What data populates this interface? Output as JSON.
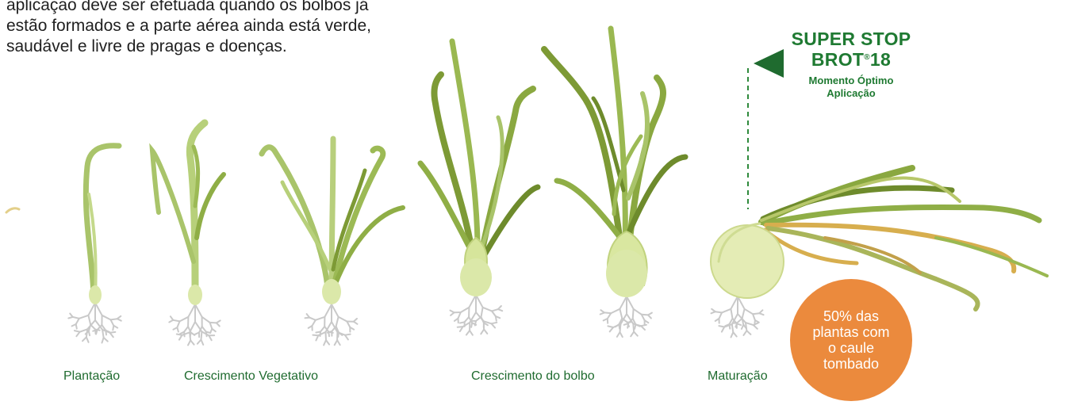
{
  "intro_lines": [
    "aplicação deve ser efetuada quando os bolbos já",
    "estão formados e a parte aérea ainda está verde,",
    "saudável e livre de pragas e doenças."
  ],
  "brand": {
    "line1": "SUPER STOP",
    "line2_text": "BROT",
    "line2_reg": "®",
    "line2_num": "18",
    "sub1": "Momento Óptimo",
    "sub2": "Aplicação"
  },
  "stages": {
    "plantacao": "Plantação",
    "crescimento_vegetativo": "Crescimento Vegetativo",
    "crescimento_bolbo": "Crescimento do bolbo",
    "maturacao": "Maturação"
  },
  "callout": "50% das plantas com o caule tombado",
  "colors": {
    "brand_green": "#1f7a32",
    "stage_label_green": "#1f6b2f",
    "callout_orange": "#eb8a3d",
    "leaf_light": "#a9c46a",
    "leaf_dark": "#7d9a35",
    "bulb": "#dbe8a9",
    "roots": "#c7c7c7",
    "dry_leaf": "#d7ae4e"
  }
}
